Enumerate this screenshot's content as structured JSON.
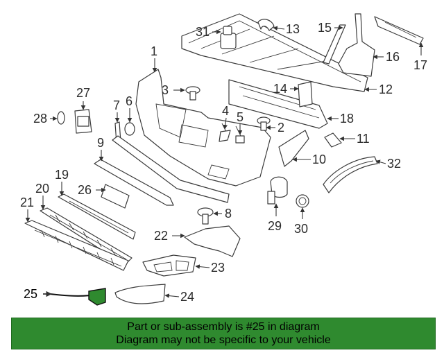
{
  "callouts": {
    "c1": "1",
    "c2": "2",
    "c3": "3",
    "c4": "4",
    "c5": "5",
    "c6": "6",
    "c7": "7",
    "c8": "8",
    "c9": "9",
    "c10": "10",
    "c11": "11",
    "c12": "12",
    "c13": "13",
    "c14": "14",
    "c15": "15",
    "c16": "16",
    "c17": "17",
    "c18": "18",
    "c19": "19",
    "c20": "20",
    "c21": "21",
    "c22": "22",
    "c23": "23",
    "c24": "24",
    "c25": "25",
    "c26": "26",
    "c27": "27",
    "c28": "28",
    "c29": "29",
    "c30": "30",
    "c31": "31",
    "c32": "32"
  },
  "highlight": {
    "part_number": "25",
    "color": "#2f8a2f"
  },
  "banner": {
    "line1": "Part or sub-assembly is #25 in diagram",
    "line2": "Diagram may not be specific to your vehicle",
    "background": "#2f8a2f"
  }
}
